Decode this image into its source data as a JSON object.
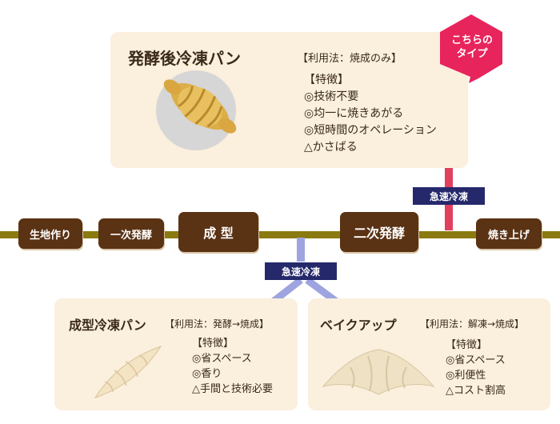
{
  "top_card": {
    "title": "発酵後冷凍パン",
    "usage": "【利用法：焼成のみ】",
    "features_heading": "【特徴】",
    "features": [
      "◎技術不要",
      "◎均一に焼きあがる",
      "◎短時間のオペレーション",
      "△かさばる"
    ],
    "badge_line1": "こちらの",
    "badge_line2": "タイプ"
  },
  "process": {
    "steps": [
      "生地作り",
      "一次発酵",
      "成 型",
      "二次発酵",
      "焼き上げ"
    ],
    "freeze_top": "急速冷凍",
    "freeze_bottom": "急速冷凍"
  },
  "left_card": {
    "title": "成型冷凍パン",
    "usage": "【利用法：発酵→焼成】",
    "features_heading": "【特徴】",
    "features": [
      "◎省スペース",
      "◎香り",
      "△手間と技術必要"
    ]
  },
  "right_card": {
    "title": "ベイクアップ",
    "usage": "【利用法：解凍→焼成】",
    "features_heading": "【特徴】",
    "features": [
      "◎省スペース",
      "◎利便性",
      "△コスト割高"
    ]
  },
  "colors": {
    "card_bg": "#fbefdd",
    "step_bg": "#5a3214",
    "main_line": "#8a7a10",
    "freeze_box": "#25286b",
    "top_connector": "#e0405e",
    "bottom_connector": "#9da4e0",
    "badge": "#e8245c"
  }
}
